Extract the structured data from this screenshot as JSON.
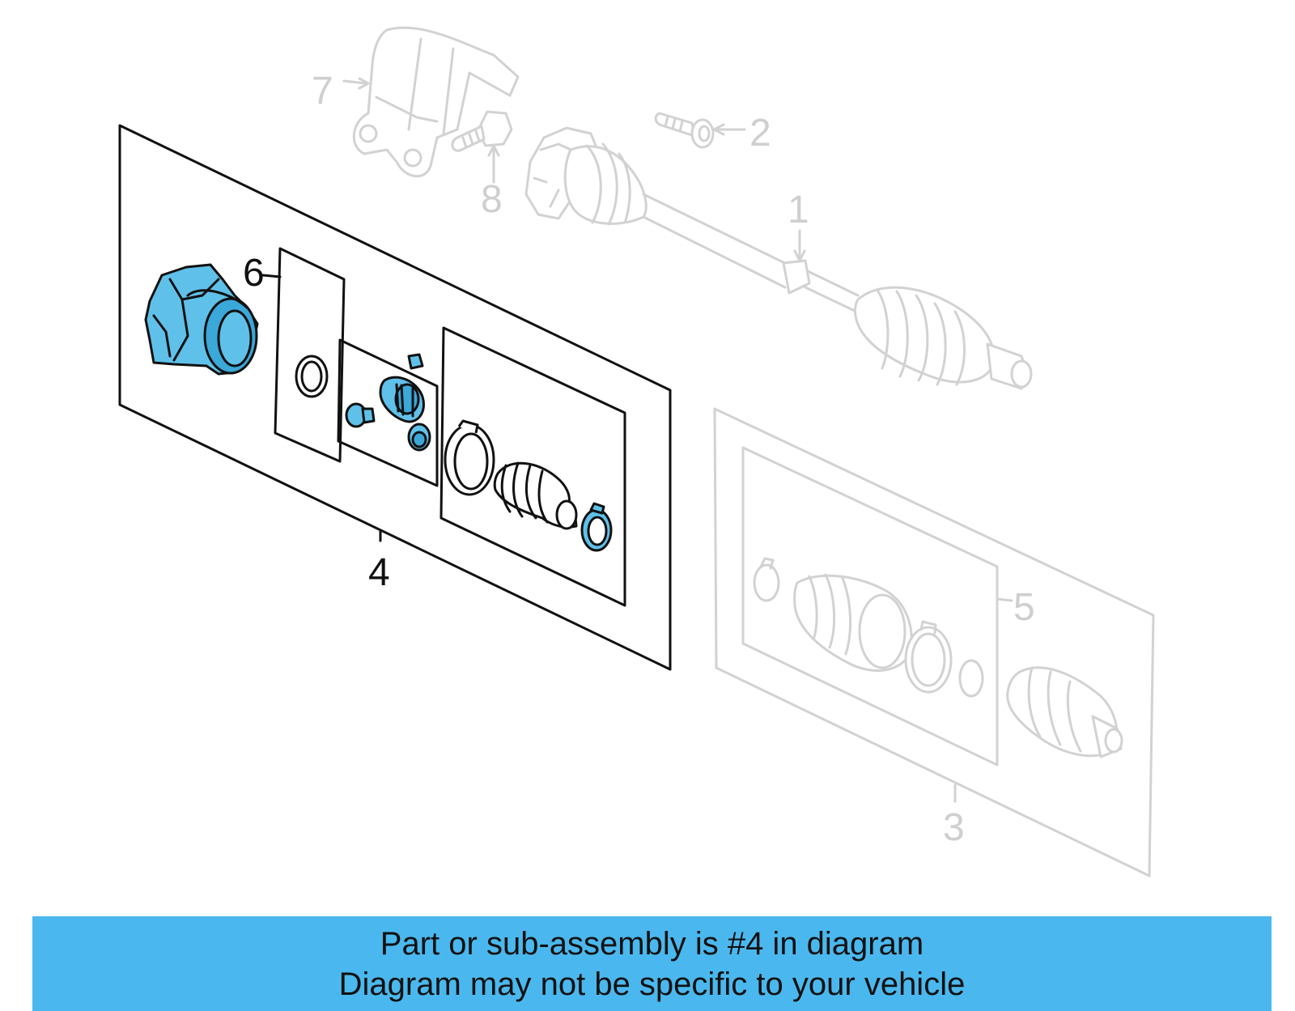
{
  "diagram": {
    "callouts": {
      "c1": "1",
      "c2": "2",
      "c3": "3",
      "c4": "4",
      "c5": "5",
      "c6": "6",
      "c7": "7",
      "c8": "8"
    },
    "highlighted_part": "4",
    "colors": {
      "highlight": "#5fc1ea",
      "banner": "#4ab8ee",
      "inactive_lines": "#d2d2d2",
      "active_lines": "#111111"
    }
  },
  "banner": {
    "line1": "Part or sub-assembly is #4 in diagram",
    "line2": "Diagram may not be specific to your vehicle"
  }
}
